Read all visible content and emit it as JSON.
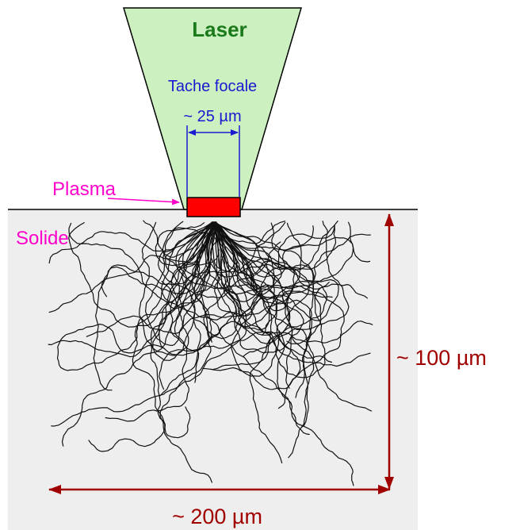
{
  "labels": {
    "laser": "Laser",
    "focal_spot": "Tache focale",
    "focal_size": "~ 25 µm",
    "plasma": "Plasma",
    "solid": "Solide",
    "depth": "~ 100 µm",
    "width": "~ 200 µm"
  },
  "colors": {
    "laser_fill": "#ccf0c0",
    "laser_text": "#1a7a1a",
    "focal_text": "#1a1ad0",
    "plasma_fill": "#ff0000",
    "plasma_text": "#ff00cc",
    "solid_fill": "#eeeeee",
    "dimension": "#a00000",
    "tracks": "#111111"
  }
}
